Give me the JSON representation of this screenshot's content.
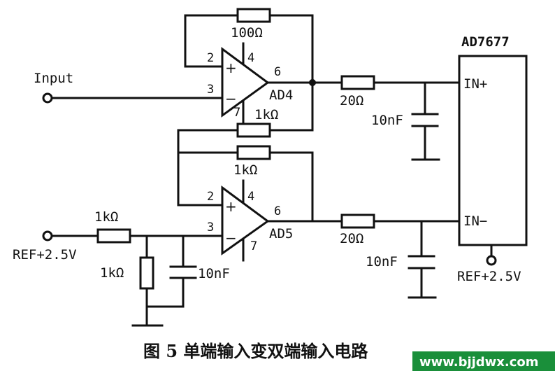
{
  "chip": {
    "name": "AD7677",
    "in_plus": "IN+",
    "in_minus": "IN−",
    "ref": "REF+2.5V"
  },
  "input_label": "Input",
  "ref_label": "REF+2.5V",
  "amp1": {
    "name": "AD4",
    "pin_plus": "2",
    "pin_minus": "3",
    "pin_top": "4",
    "pin_bottom": "7",
    "pin_out": "6",
    "plus_sign": "+",
    "minus_sign": "−"
  },
  "amp2": {
    "name": "AD5",
    "pin_plus": "2",
    "pin_minus": "3",
    "pin_top": "4",
    "pin_bottom": "7",
    "pin_out": "6",
    "plus_sign": "+",
    "minus_sign": "−"
  },
  "components": {
    "r_fb1": "100Ω",
    "r_link": "1kΩ",
    "r_fb2": "1kΩ",
    "r_in2": "1kΩ",
    "r_div": "1kΩ",
    "c_div": "10nF",
    "r_out1": "20Ω",
    "c_out1": "10nF",
    "r_out2": "20Ω",
    "c_out2": "10nF"
  },
  "caption": "图 5  单端输入变双端输入电路",
  "watermark": "www.bjjdwx.com",
  "colors": {
    "ink": "#111111",
    "watermark_bg": "#1a8f3a"
  }
}
